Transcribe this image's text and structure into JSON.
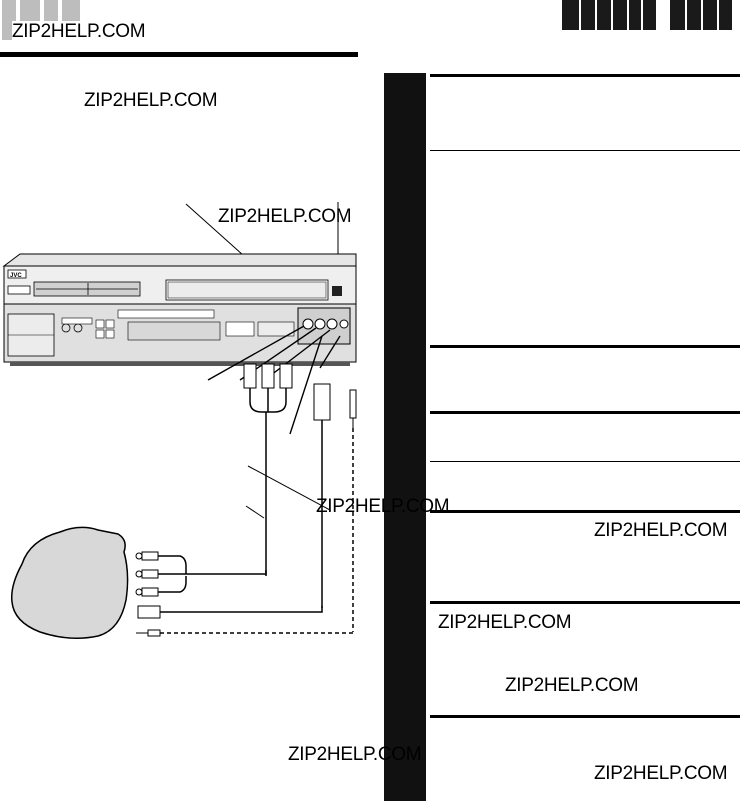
{
  "watermarks": {
    "top_left": "ZIP2HELP.COM",
    "upper_left": "ZIP2HELP.COM",
    "diagram_top": "ZIP2HELP.COM",
    "diagram_middle": "ZIP2HELP.COM",
    "right_column_1": "ZIP2HELP.COM",
    "right_column_2": "ZIP2HELP.COM",
    "right_column_3": "ZIP2HELP.COM",
    "bottom_center": "ZIP2HELP.COM",
    "bottom_right": "ZIP2HELP.COM"
  },
  "device_labels": {
    "logo": "JVC"
  }
}
